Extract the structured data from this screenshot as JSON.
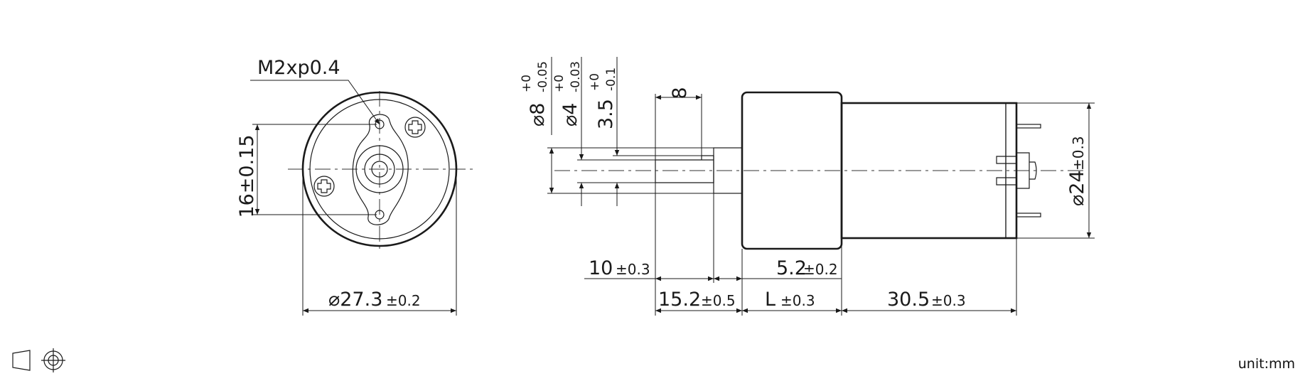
{
  "front_view": {
    "thread_label": "M2xp0.4",
    "hole_spacing": "16±0.15",
    "diameter_value": "⌀27.3",
    "diameter_tol": "±0.2"
  },
  "side_view": {
    "shaft_dia_value": "⌀8",
    "shaft_dia_tol_upper": "+0",
    "shaft_dia_tol_lower": "-0.05",
    "output_dia_value": "⌀4",
    "output_dia_tol_upper": "+0",
    "output_dia_tol_lower": "-0.03",
    "flat_value": "3.5",
    "flat_tol_upper": "+0",
    "flat_tol_lower": "-0.1",
    "flat_length": "8",
    "shaft_length_value": "10",
    "shaft_length_tol": "±0.3",
    "boss_value": "5.2",
    "boss_tol": "±0.2",
    "front_len_value": "15.2",
    "front_len_tol": "±0.5",
    "gear_len_value": "L",
    "gear_len_tol": "±0.3",
    "motor_len_value": "30.5",
    "motor_len_tol": "±0.3",
    "motor_dia_value": "⌀24",
    "motor_dia_tol": "±0.3"
  },
  "legend": {
    "projection_icon": "third-angle-projection-icon"
  },
  "unit_label": "unit:mm"
}
